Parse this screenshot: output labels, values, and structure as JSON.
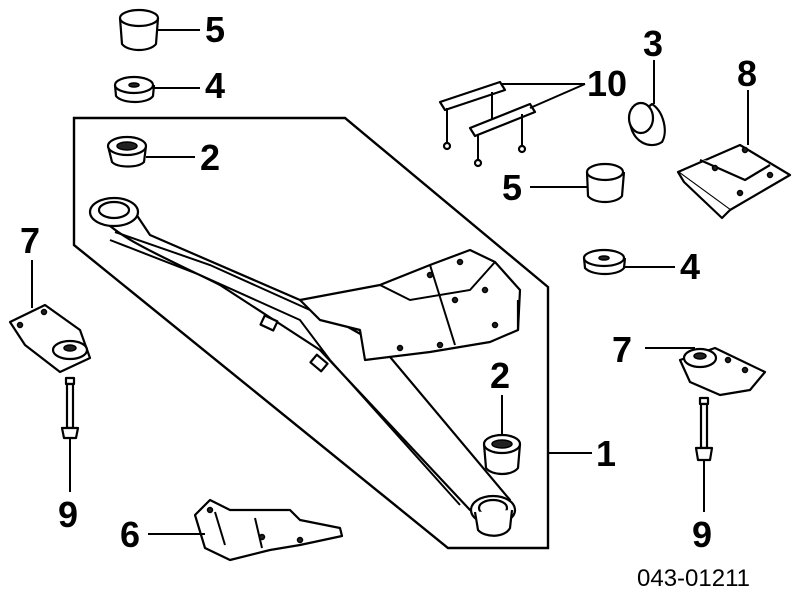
{
  "diagram": {
    "callouts": {
      "c5_top": "5",
      "c4_top": "4",
      "c2_top": "2",
      "c10": "10",
      "c3": "3",
      "c8": "8",
      "c5_right": "5",
      "c4_right": "4",
      "c7_left": "7",
      "c7_right": "7",
      "c2_right": "2",
      "c1": "1",
      "c9_left": "9",
      "c9_right": "9",
      "c6": "6"
    },
    "diagram_code": "043-01211"
  }
}
